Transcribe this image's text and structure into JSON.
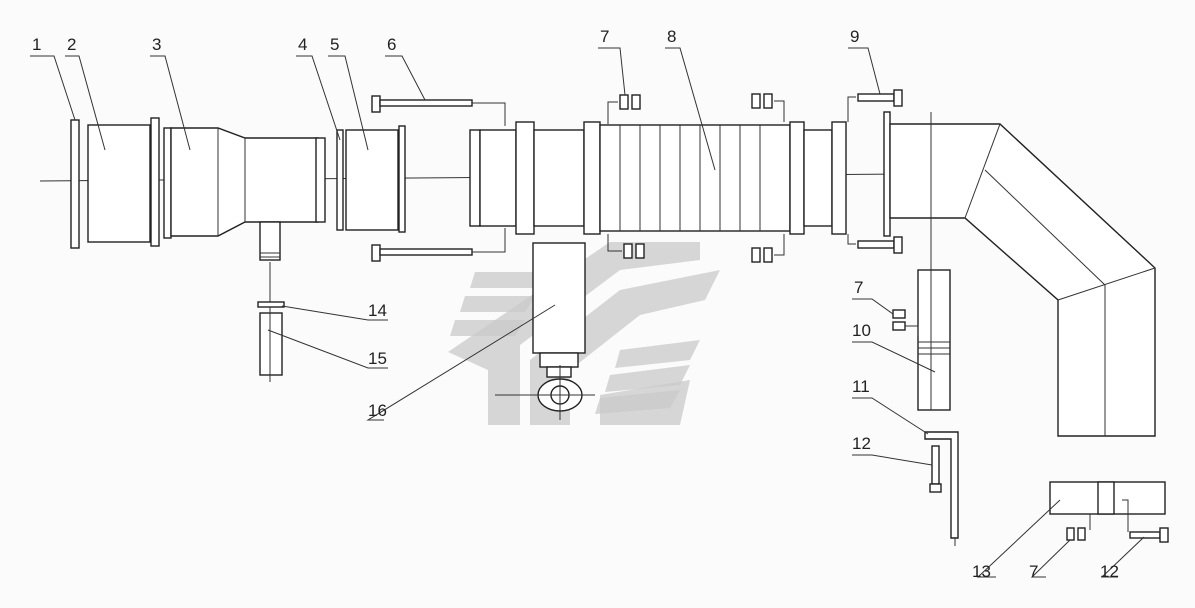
{
  "figure": {
    "callouts": [
      {
        "id": "c1",
        "label": "1"
      },
      {
        "id": "c2",
        "label": "2"
      },
      {
        "id": "c3",
        "label": "3"
      },
      {
        "id": "c4",
        "label": "4"
      },
      {
        "id": "c5",
        "label": "5"
      },
      {
        "id": "c6",
        "label": "6"
      },
      {
        "id": "c7a",
        "label": "7"
      },
      {
        "id": "c8",
        "label": "8"
      },
      {
        "id": "c9",
        "label": "9"
      },
      {
        "id": "c7b",
        "label": "7"
      },
      {
        "id": "c10",
        "label": "10"
      },
      {
        "id": "c11",
        "label": "11"
      },
      {
        "id": "c12a",
        "label": "12"
      },
      {
        "id": "c13",
        "label": "13"
      },
      {
        "id": "c7c",
        "label": "7"
      },
      {
        "id": "c12b",
        "label": "12"
      },
      {
        "id": "c14",
        "label": "14"
      },
      {
        "id": "c15",
        "label": "15"
      },
      {
        "id": "c16",
        "label": "16"
      }
    ]
  }
}
